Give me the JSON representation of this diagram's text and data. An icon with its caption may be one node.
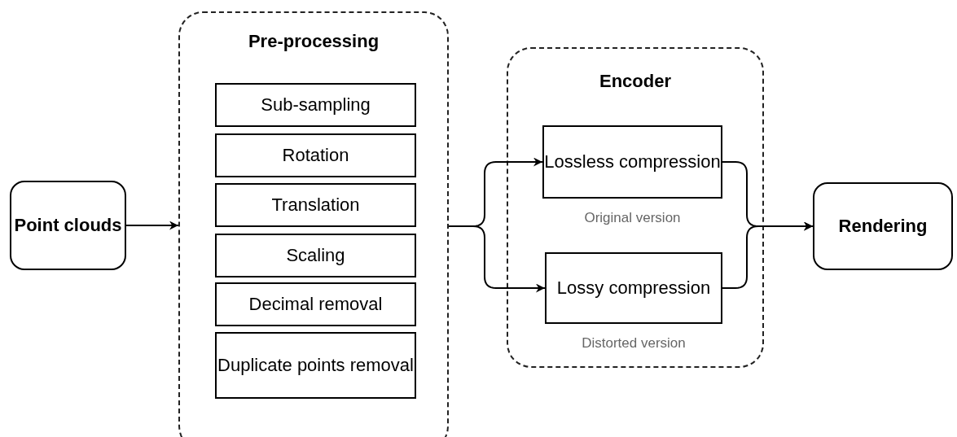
{
  "diagram": {
    "nodes": [
      {
        "text": [
          "Point clouds"
        ]
      },
      {
        "text": [
          "Pre-processing"
        ]
      },
      {
        "text": [
          "Sub-sampling"
        ],
        "in": 1
      },
      {
        "text": [
          "Rotation"
        ],
        "in": 1
      },
      {
        "text": [
          "Translation"
        ],
        "in": 1
      },
      {
        "text": [
          "Scaling"
        ],
        "in": 1
      },
      {
        "text": [
          "Decimal removal"
        ],
        "in": 1
      },
      {
        "text": [
          "Duplicate points removal"
        ],
        "in": 1
      },
      {
        "text": [
          "Encoder"
        ]
      },
      {
        "text": [
          "Lossless compression"
        ],
        "in": 8,
        "beside": [
          "Original version"
        ]
      },
      {
        "text": [
          "Lossy compression"
        ],
        "in": 8,
        "beside": [
          "Distorted version"
        ]
      },
      {
        "text": [
          "Rendering"
        ]
      }
    ],
    "edges": [
      {
        "from": 0,
        "to": 1,
        "arrow": "to"
      },
      {
        "from": 1,
        "to": 9,
        "arrow": "to"
      },
      {
        "from": 1,
        "to": 10,
        "arrow": "to"
      },
      {
        "from": 9,
        "to": 11,
        "arrow": "to"
      },
      {
        "from": 10,
        "to": 11,
        "arrow": "to"
      }
    ]
  }
}
